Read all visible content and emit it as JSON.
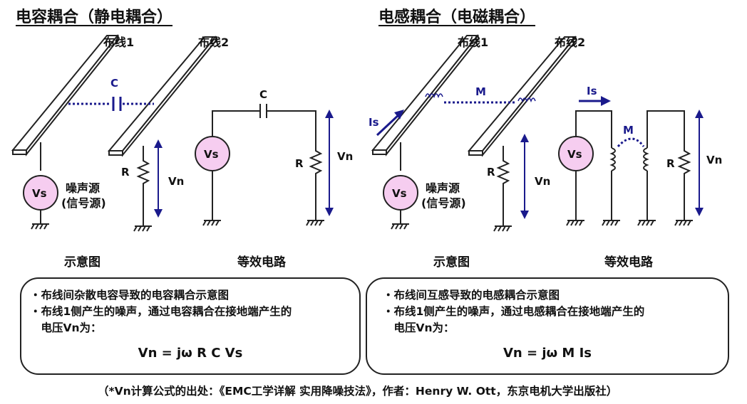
{
  "left": {
    "heading": "电容耦合（静电耦合）",
    "trace1_label": "布线1",
    "trace2_label": "布线2",
    "cap_label_schematic": "C",
    "cap_label_equivalent": "C",
    "source_label": "Vs",
    "source_label_eq": "Vs",
    "resistor_label": "R",
    "resistor_label_eq": "R",
    "vn_label": "Vn",
    "vn_label_eq": "Vn",
    "noise_source_line1": "噪声源",
    "noise_source_line2": "(信号源)",
    "caption_schematic": "示意图",
    "caption_equivalent": "等效电路",
    "box": {
      "bullets": [
        "・布线间杂散电容导致的电容耦合示意图",
        "・布线1侧产生的噪声，通过电容耦合在接地端产生的",
        "　电压Vn为："
      ],
      "formula": "Vn = jω R C Vs"
    }
  },
  "right": {
    "heading": "电感耦合（电磁耦合）",
    "trace1_label": "布线1",
    "trace2_label": "布线2",
    "mutual_label_schematic": "M",
    "mutual_label_equivalent": "M",
    "current_label_schematic": "Is",
    "current_label_equivalent": "Is",
    "source_label": "Vs",
    "source_label_eq": "Vs",
    "resistor_label": "R",
    "resistor_label_eq": "R",
    "vn_label": "Vn",
    "vn_label_eq": "Vn",
    "noise_source_line1": "噪声源",
    "noise_source_line2": "(信号源)",
    "caption_schematic": "示意图",
    "caption_equivalent": "等效电路",
    "box": {
      "bullets": [
        "・布线间互感导致的电感耦合示意图",
        "・布线1侧产生的噪声，通过电感耦合在接地端产生的",
        "　电压Vn为："
      ],
      "formula": "Vn = jω M Is"
    }
  },
  "footnote": "（*Vn计算公式的出处：《EMC工学详解 实用降噪技法》，作者：Henry W. Ott，东京电机大学出版社）",
  "colors": {
    "source_fill": "#f6cdf0",
    "annotation_blue": "#1a1a8c",
    "trace_fill": "#ffffff",
    "line": "#222222"
  }
}
